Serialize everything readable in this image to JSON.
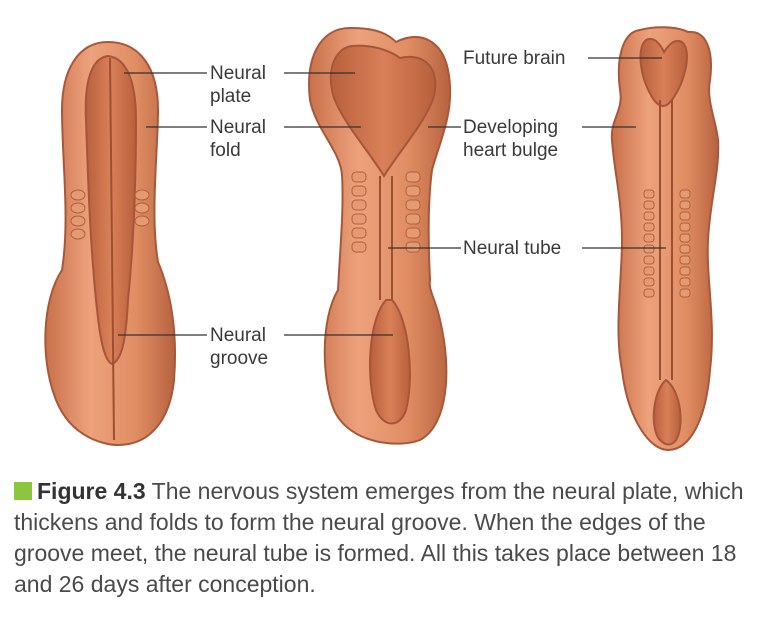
{
  "labels": {
    "neural_plate": "Neural\nplate",
    "neural_fold": "Neural\nfold",
    "neural_groove": "Neural\ngroove",
    "future_brain": "Future brain",
    "developing_heart_bulge": "Developing\nheart bulge",
    "neural_tube": "Neural tube"
  },
  "caption": {
    "number": "Figure 4.3",
    "text": "The nervous system emerges from the neural plate, which thickens and folds to form the neural groove. When the edges of the groove meet, the neural tube is formed. All this takes place between 18 and 26 days after conception."
  },
  "colors": {
    "embryo_fill": "#dd8a60",
    "embryo_light": "#eda27c",
    "embryo_dark": "#b0603d",
    "groove_fill": "#c77049",
    "caption_marker": "#8cc63f"
  }
}
